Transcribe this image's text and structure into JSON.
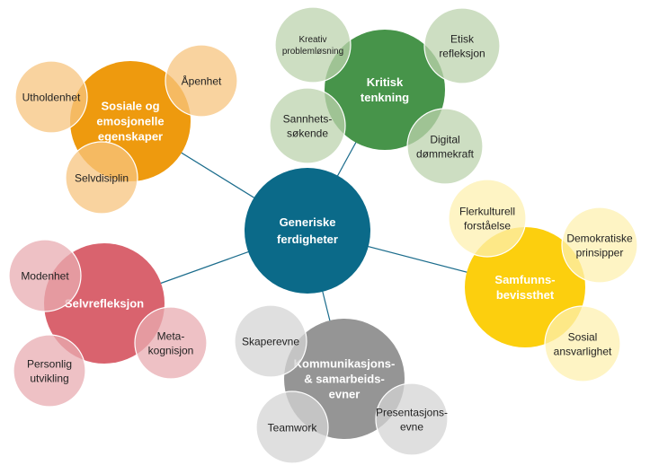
{
  "center": {
    "lines": [
      "Generiske",
      "ferdigheter"
    ],
    "color": "#0b6a89"
  },
  "clusters": [
    {
      "id": "sosiale",
      "lines": [
        "Sosiale og",
        "emosjonelle",
        "egenskaper"
      ],
      "color": "#ee9a0e",
      "light": "#f7c47f",
      "items": [
        {
          "lines": [
            "Utholdenhet"
          ]
        },
        {
          "lines": [
            "Åpenhet"
          ]
        },
        {
          "lines": [
            "Selvdisiplin"
          ]
        }
      ]
    },
    {
      "id": "kritisk",
      "lines": [
        "Kritisk",
        "tenkning"
      ],
      "color": "#47944a",
      "light": "#bcd3ad",
      "items": [
        {
          "lines": [
            "Kreativ",
            "problemløsning"
          ]
        },
        {
          "lines": [
            "Etisk",
            "refleksjon"
          ]
        },
        {
          "lines": [
            "Sannhets-",
            "søkende"
          ]
        },
        {
          "lines": [
            "Digital",
            "dømmekraft"
          ]
        }
      ]
    },
    {
      "id": "samfunn",
      "lines": [
        "Samfunns-",
        "bevissthet"
      ],
      "color": "#fccf0e",
      "light": "#fdf0b0",
      "items": [
        {
          "lines": [
            "Flerkulturell",
            "forståelse"
          ]
        },
        {
          "lines": [
            "Demokratiske",
            "prinsipper"
          ]
        },
        {
          "lines": [
            "Sosial",
            "ansvarlighet"
          ]
        }
      ]
    },
    {
      "id": "selv",
      "lines": [
        "Selvrefleksjon"
      ],
      "color": "#d9636e",
      "light": "#e8acb2",
      "items": [
        {
          "lines": [
            "Modenhet"
          ]
        },
        {
          "lines": [
            "Personlig",
            "utvikling"
          ]
        },
        {
          "lines": [
            "Meta-",
            "kognisjon"
          ]
        }
      ]
    },
    {
      "id": "komm",
      "lines": [
        "Kommunikasjons-",
        "& samarbeids-",
        "evner"
      ],
      "color": "#959595",
      "light": "#d4d4d4",
      "items": [
        {
          "lines": [
            "Skaperevne"
          ]
        },
        {
          "lines": [
            "Teamwork"
          ]
        },
        {
          "lines": [
            "Presentasjons-",
            "evne"
          ]
        }
      ]
    }
  ],
  "line_color": "#1b6c8c"
}
